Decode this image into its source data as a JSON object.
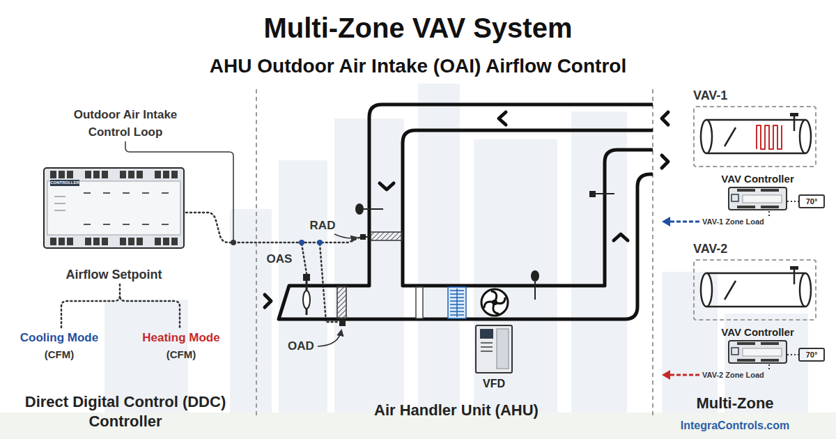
{
  "diagram": {
    "title": "Multi-Zone VAV System",
    "nodes": [
      {
        "text": [
          "Airflow Setpoint"
        ]
      },
      {
        "text": [
          "VFD"
        ]
      },
      {
        "text": [
          "VAV-1"
        ]
      },
      {
        "text": [
          "VAV Controller"
        ]
      },
      {
        "text": [
          "70°"
        ]
      },
      {
        "text": [
          "VAV-2"
        ]
      },
      {
        "text": [
          "VAV Controller"
        ]
      },
      {
        "text": [
          "70°"
        ]
      }
    ],
    "edges": [
      {
        "from": 3,
        "to": 4,
        "arrow": "none"
      },
      {
        "from": 6,
        "to": 7,
        "arrow": "none"
      }
    ],
    "labels": [
      "AHU Outdoor Air Intake (OAI) Airflow Control",
      "Outdoor Air Intake Control Loop",
      "CONTROLLER",
      "Cooling Mode",
      "(CFM)",
      "Heating Mode",
      "(CFM)",
      "Direct Digital Control (DDC) Controller",
      "RAD",
      "OAS",
      "OAD",
      "Air Handler Unit (AHU)",
      "VAV-1 Zone Load",
      "VAV-2 Zone Load",
      "Multi-Zone",
      "IntegraControls.com"
    ]
  }
}
